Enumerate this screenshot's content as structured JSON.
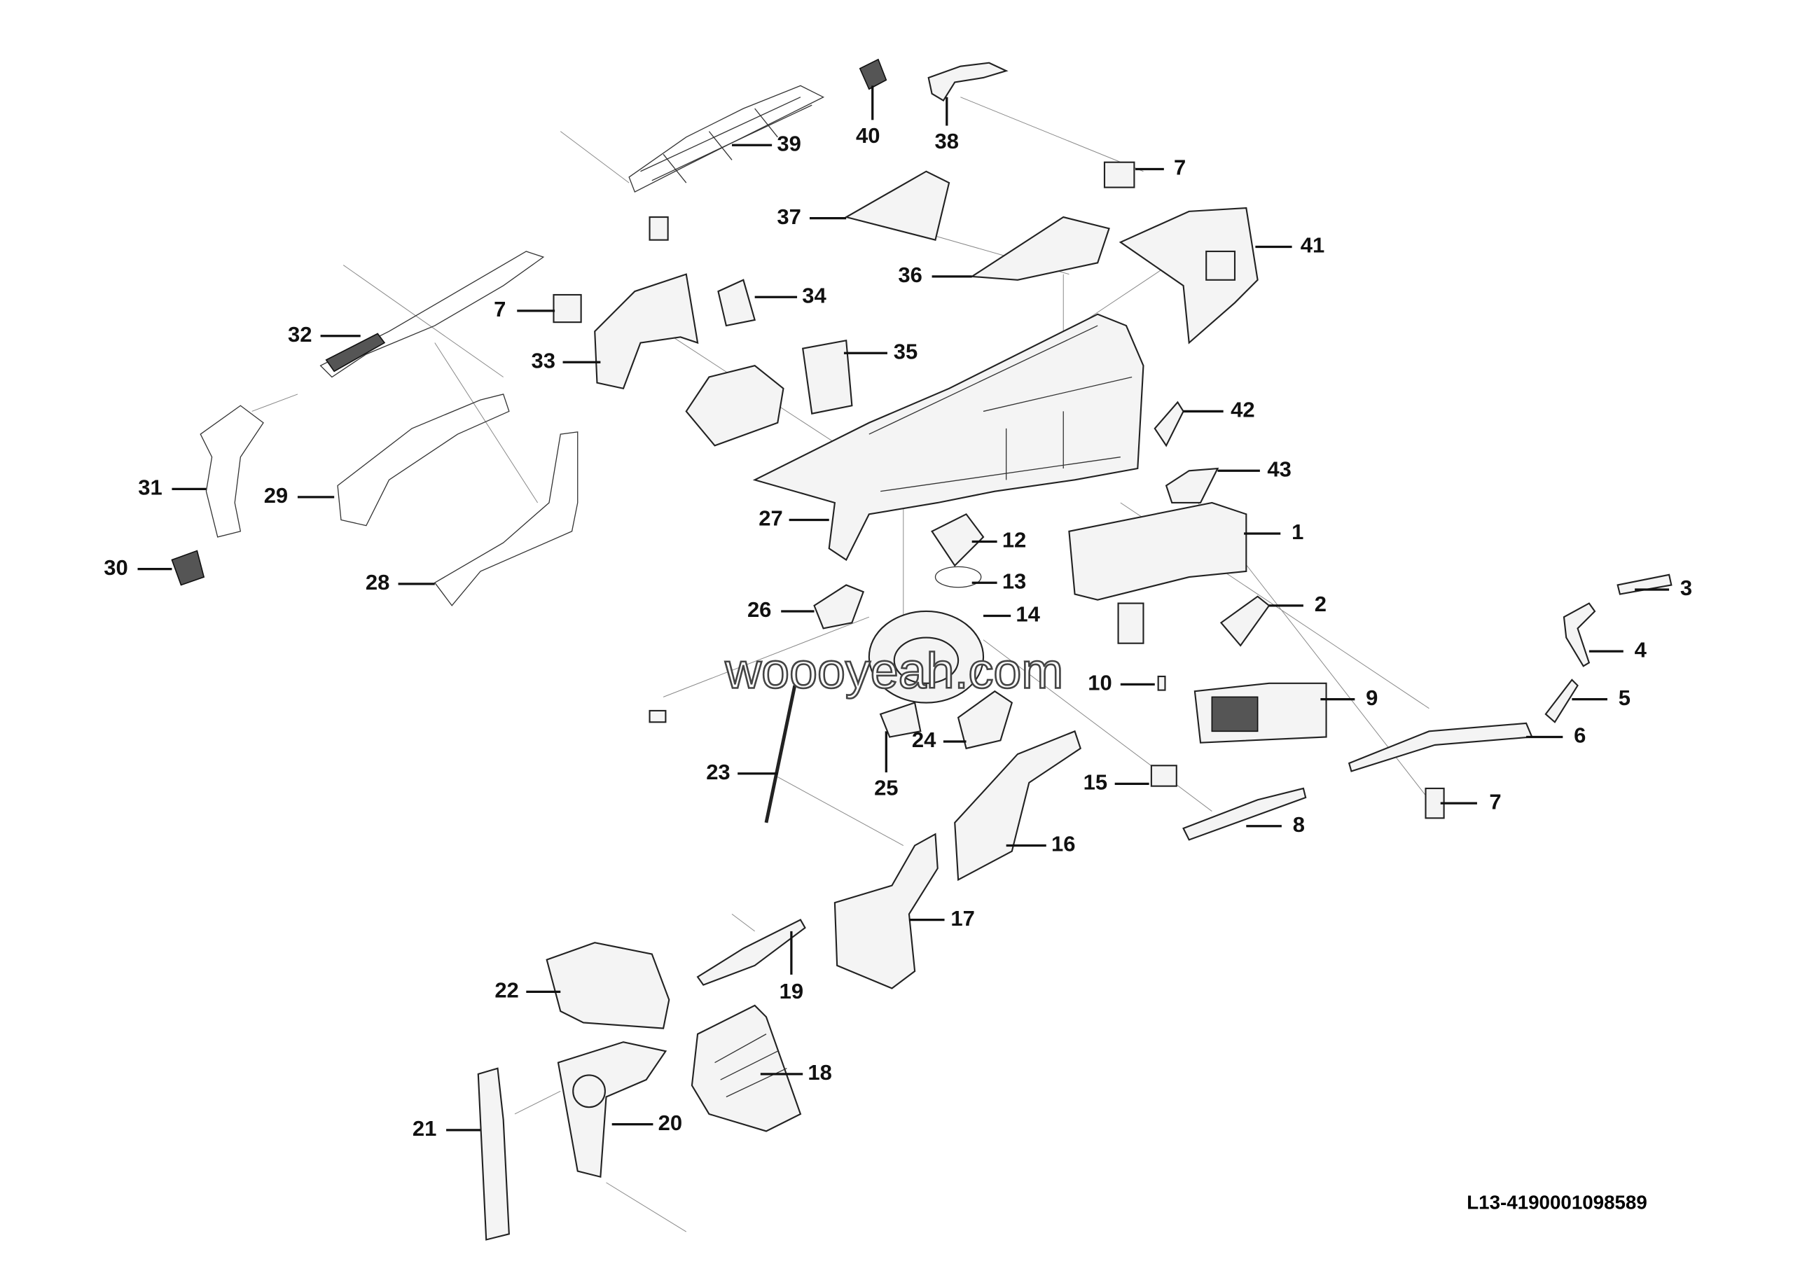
{
  "diagram": {
    "part_labels": [
      "40",
      "38",
      "39",
      "7",
      "37",
      "41",
      "36",
      "34",
      "7",
      "32",
      "35",
      "33",
      "42",
      "31",
      "29",
      "43",
      "27",
      "1",
      "12",
      "30",
      "13",
      "28",
      "26",
      "2",
      "3",
      "14",
      "4",
      "10",
      "9",
      "5",
      "6",
      "24",
      "23",
      "15",
      "25",
      "7",
      "8",
      "16",
      "17",
      "19",
      "22",
      "18",
      "20",
      "21"
    ],
    "watermark": "woooyeah.com",
    "drawing_code": "L13-4190001098589"
  }
}
